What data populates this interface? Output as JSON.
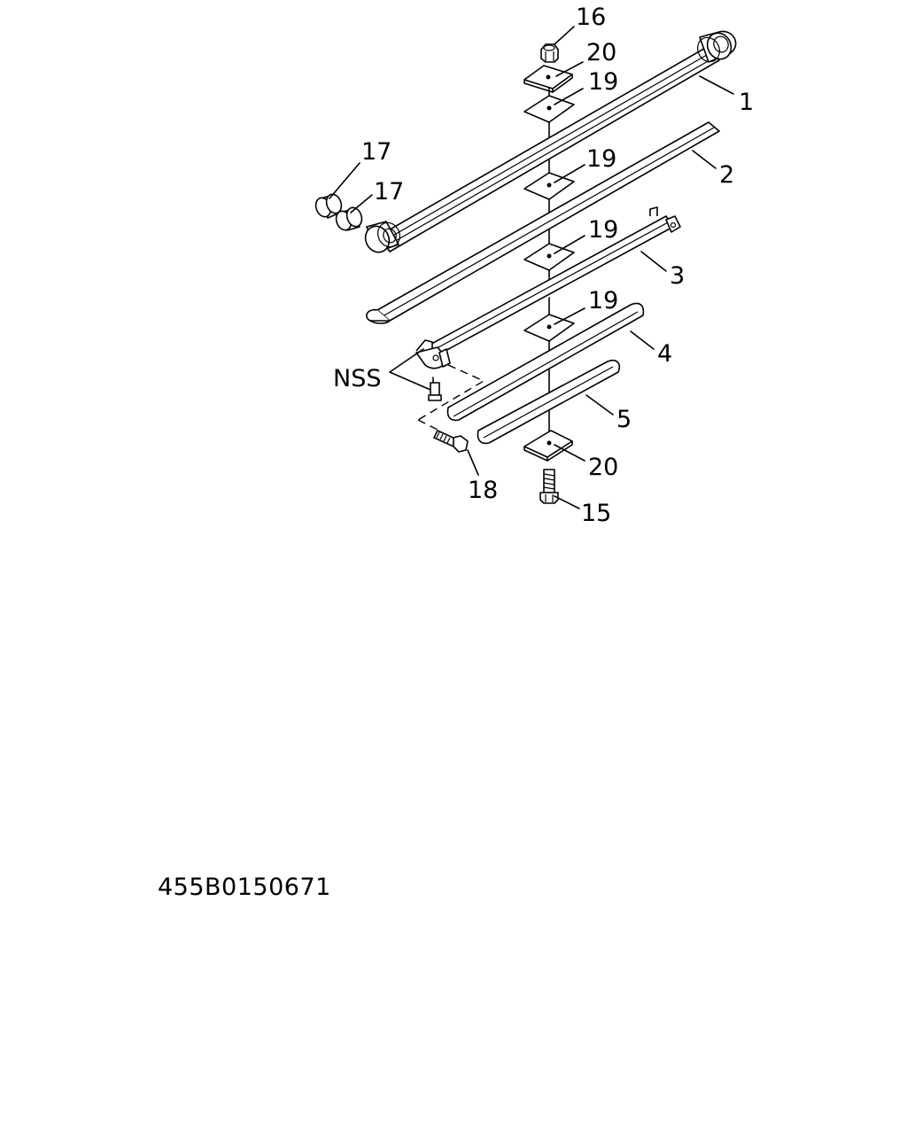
{
  "diagram": {
    "callouts": {
      "c1": "1",
      "c2": "2",
      "c3": "3",
      "c4": "4",
      "c5": "5",
      "c15": "15",
      "c16": "16",
      "c17a": "17",
      "c17b": "17",
      "c18": "18",
      "c19a": "19",
      "c19b": "19",
      "c19c": "19",
      "c19d": "19",
      "c20a": "20",
      "c20b": "20",
      "nss": "NSS"
    },
    "drawing_number": "455B0150671"
  }
}
